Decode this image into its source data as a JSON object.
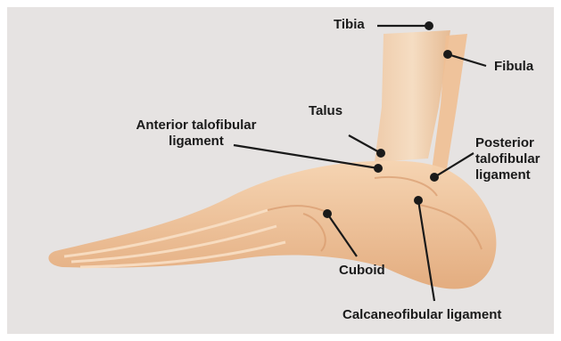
{
  "labels": {
    "tibia": "Tibia",
    "fibula": "Fibula",
    "talus": "Talus",
    "anterior_talofibular": "Anterior talofibular\nligament",
    "posterior_talofibular": "Posterior\ntalofibular\nligament",
    "cuboid": "Cuboid",
    "calcaneofibular": "Calcaneofibular ligament"
  },
  "colors": {
    "background": "#e6e3e2",
    "bone": "#f2c49a",
    "bone_shadow": "#d99a6a",
    "leader": "#1a1a1a"
  }
}
